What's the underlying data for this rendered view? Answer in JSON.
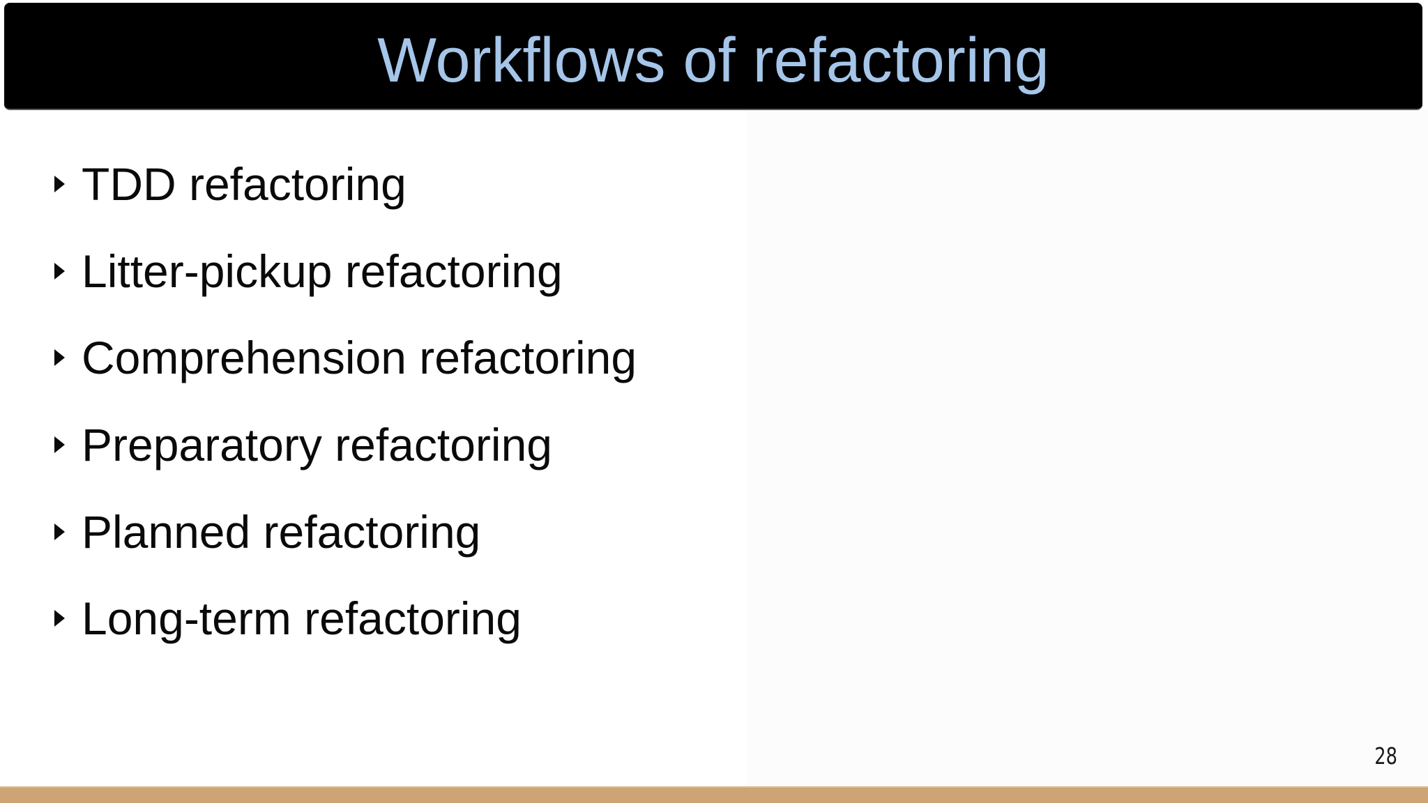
{
  "slide": {
    "title": "Workflows of refactoring",
    "bullets": [
      "TDD refactoring",
      "Litter-pickup refactoring",
      "Comprehension refactoring",
      "Preparatory refactoring",
      "Planned refactoring",
      "Long-term refactoring"
    ],
    "page_number": "28"
  },
  "icons": {
    "bullet": "triangle-right-icon"
  },
  "colors": {
    "title_text": "#a5c6e9",
    "title_bar_bg": "#000000",
    "title_bar_edge": "#5c5c5c",
    "bullet_text": "#0a0a0a",
    "footer_bar": "#cda475",
    "footer_bar_edge": "#dcbd92",
    "page_number_text": "#1a1a1a",
    "bg_shade_right": "#fcfcfc"
  }
}
